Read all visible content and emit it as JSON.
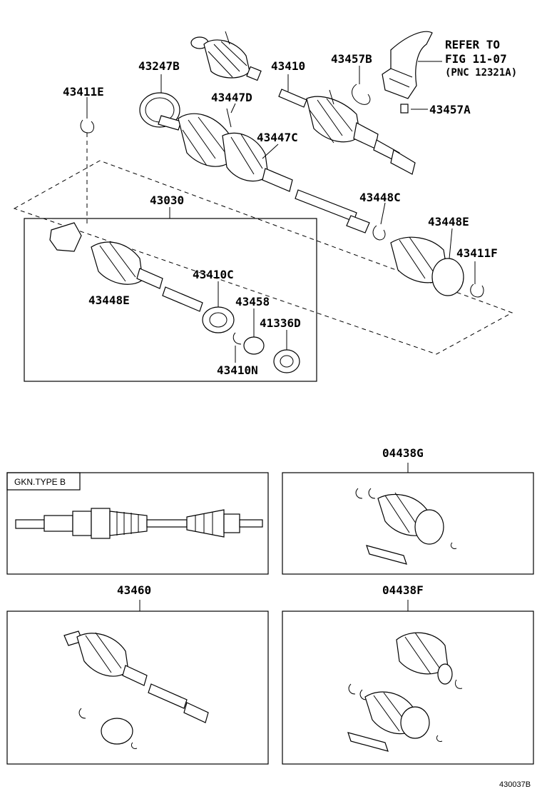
{
  "diagram": {
    "figure_code": "430037B",
    "reference_note": {
      "line1": "REFER TO",
      "line2": "FIG 11-07",
      "line3": "(PNC 12321A)"
    },
    "callouts": {
      "p43247B": "43247B",
      "p43410": "43410",
      "p43457B": "43457B",
      "p43411E": "43411E",
      "p43447D": "43447D",
      "p43457A": "43457A",
      "p43447C": "43447C",
      "p43030": "43030",
      "p43448C": "43448C",
      "p43448E_right": "43448E",
      "p43411F": "43411F",
      "p43410C": "43410C",
      "p43448E_left": "43448E",
      "p43458": "43458",
      "p41336D": "41336D",
      "p43410N": "43410N",
      "p04438G": "04438G",
      "p43460": "43460",
      "p04438F": "04438F"
    },
    "variant_label": "GKN.TYPE B"
  }
}
